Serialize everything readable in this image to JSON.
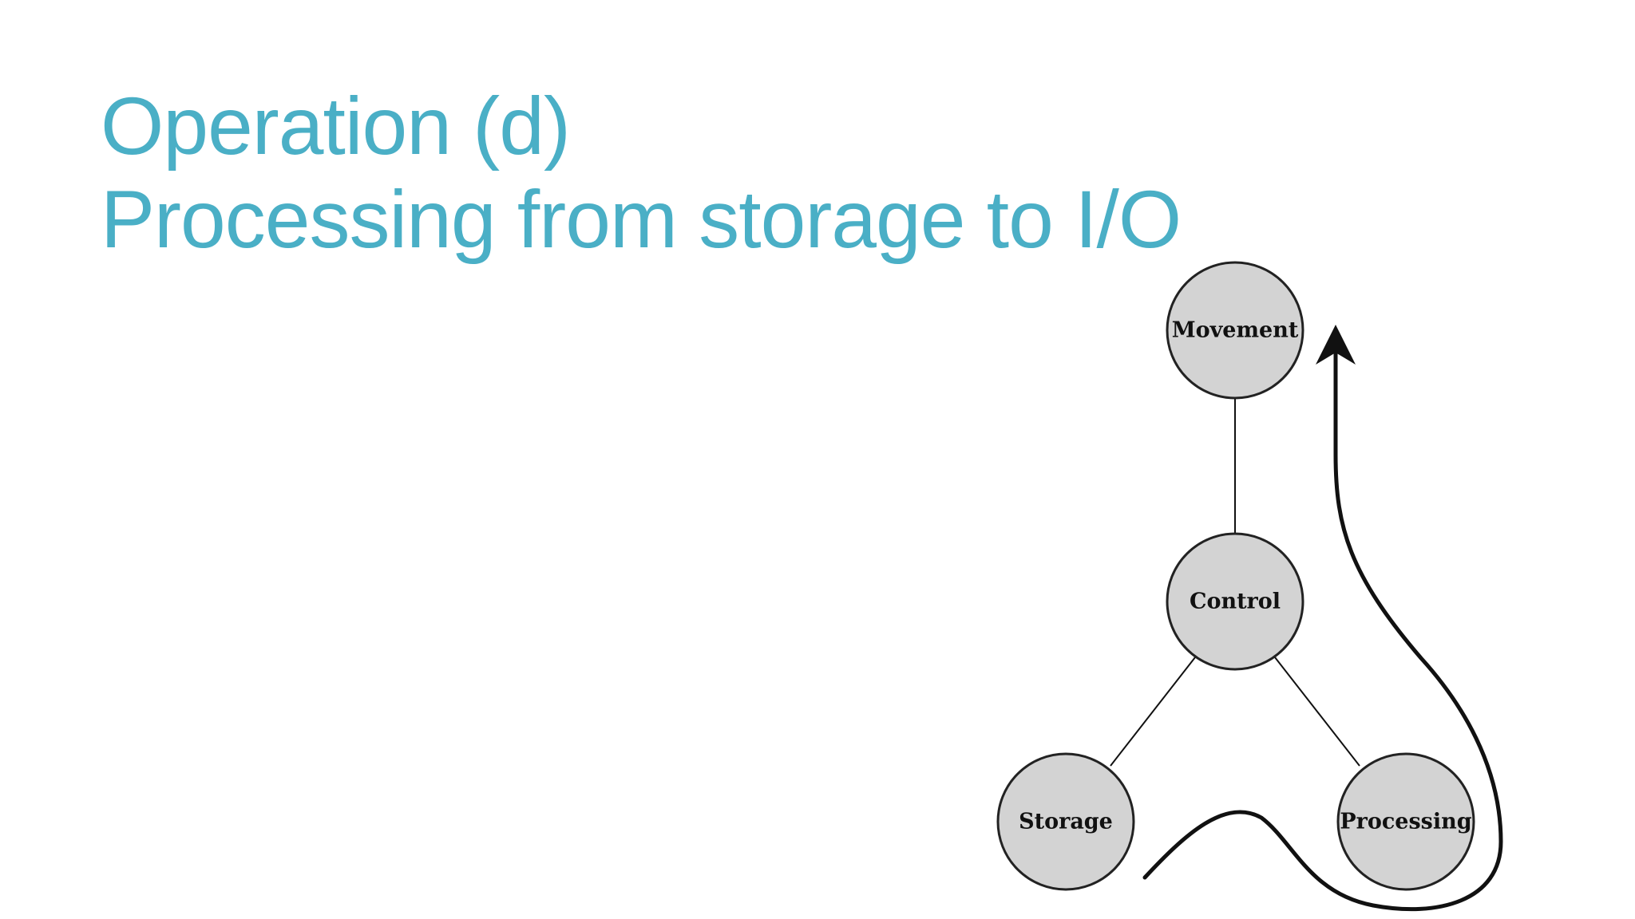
{
  "slide": {
    "title_line1": "Operation (d)",
    "title_line2": "Processing from storage to I/O"
  },
  "diagram": {
    "nodes": {
      "movement": "Movement",
      "control": "Control",
      "storage": "Storage",
      "processing": "Processing"
    }
  },
  "colors": {
    "title": "#4aafc6",
    "node_fill": "#d3d3d3",
    "node_stroke": "#222222",
    "edge": "#111111"
  }
}
